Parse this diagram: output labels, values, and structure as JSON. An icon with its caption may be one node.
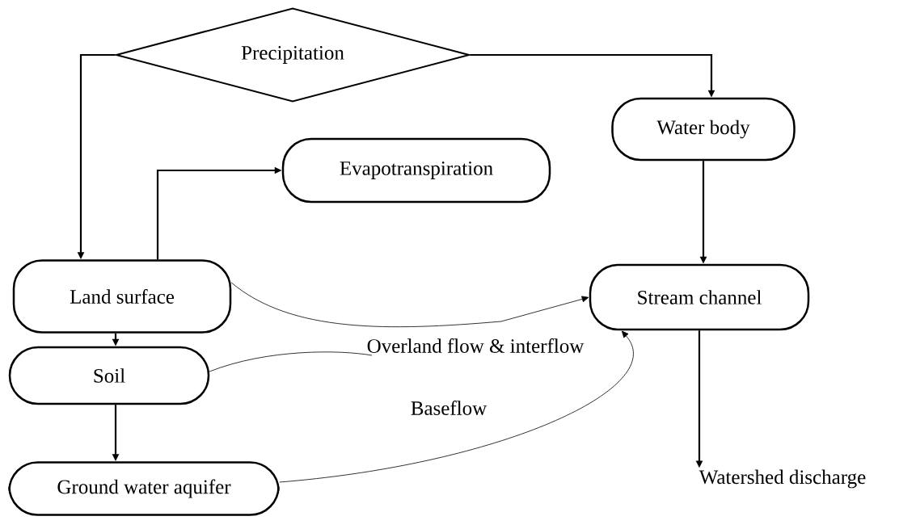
{
  "diagram": {
    "nodes": [
      {
        "text": [
          "Precipitation"
        ]
      },
      {
        "text": [
          "Water body"
        ]
      },
      {
        "text": [
          "Evapotranspiration"
        ]
      },
      {
        "text": [
          "Land surface"
        ]
      },
      {
        "text": [
          "Stream channel"
        ]
      },
      {
        "text": [
          "Soil"
        ]
      },
      {
        "text": [
          "Ground water aquifer"
        ]
      },
      {
        "text": [
          "Watershed discharge"
        ]
      }
    ],
    "edges": [
      {
        "from": 0,
        "to": 3,
        "arrow": "to"
      },
      {
        "from": 0,
        "to": 1,
        "arrow": "to"
      },
      {
        "from": 3,
        "to": 2,
        "arrow": "to"
      },
      {
        "from": 1,
        "to": 4,
        "arrow": "to"
      },
      {
        "from": 3,
        "to": 5,
        "arrow": "to"
      },
      {
        "from": 5,
        "to": 6,
        "arrow": "to"
      },
      {
        "from": 4,
        "to": 7,
        "arrow": "to"
      },
      {
        "from": 3,
        "to": 4,
        "arrow": "to",
        "label": "Overland flow & interflow"
      },
      {
        "from": 5,
        "to": null,
        "arrow": "none"
      },
      {
        "from": 6,
        "to": 4,
        "arrow": "to",
        "label": "Baseflow"
      }
    ]
  }
}
